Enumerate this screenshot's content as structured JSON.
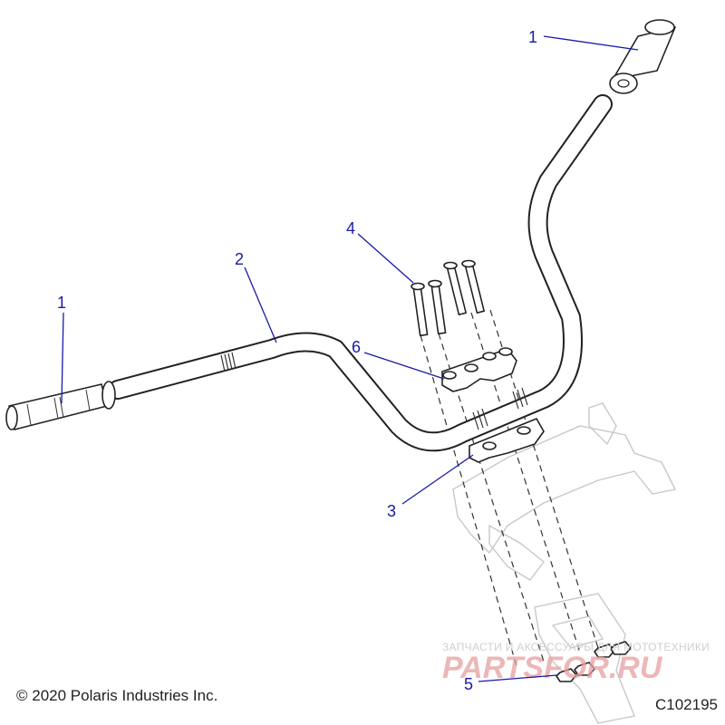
{
  "callouts": {
    "grip_right": "1",
    "grip_left": "1",
    "handlebar": "2",
    "lower_clamp": "3",
    "bolts": "4",
    "nuts": "5",
    "upper_clamp": "6"
  },
  "footer": {
    "copyright": "© 2020 Polaris Industries Inc.",
    "figure_id": "C102195"
  },
  "watermark": {
    "tagline": "ЗАПЧАСТИ И АКСЕССУАРЫ ДЛЯ МОТОТЕХНИКИ",
    "brand": "PARTSFOR.RU"
  },
  "colors": {
    "callout": "#1a1aa6",
    "line_art": "#222222",
    "ghost_parts": "#c8c8c8",
    "watermark_red": "#e8a0a0"
  }
}
